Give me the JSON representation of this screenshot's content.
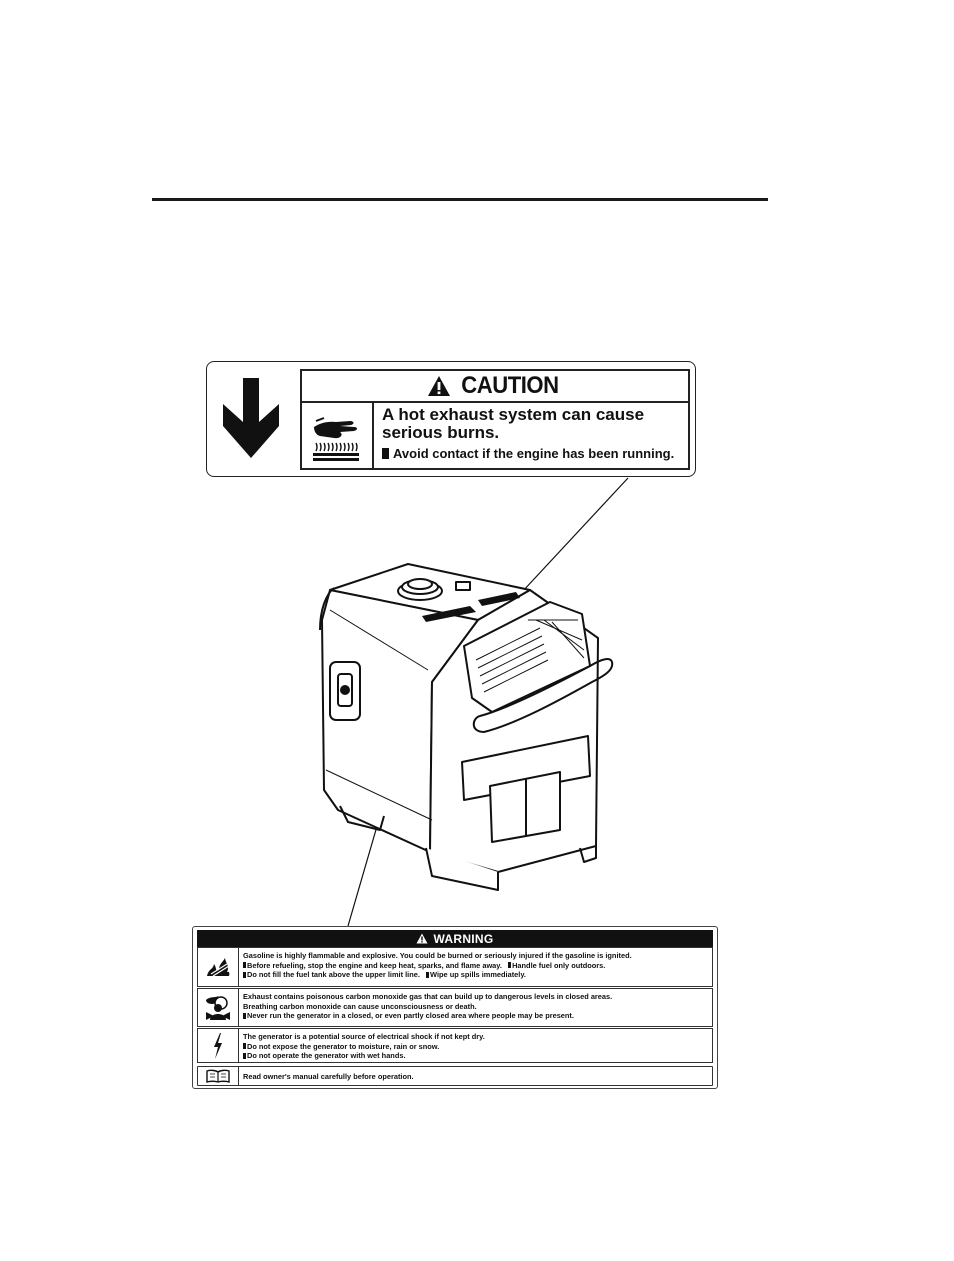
{
  "caution_label": {
    "title": "CAUTION",
    "headline_line1": "A hot exhaust system can cause",
    "headline_line2": "serious burns.",
    "instruction": "Avoid contact if the engine has been running.",
    "icons": [
      "down-arrow-icon",
      "warning-triangle-icon",
      "hot-surface-hand-icon"
    ]
  },
  "warning_label": {
    "title": "WARNING",
    "fire": {
      "icon": "flame-icon",
      "line1": "Gasoline is highly flammable and explosive. You could be burned or seriously injured if the gasoline is ignited.",
      "line2a": "Before refueling, stop the engine and keep heat, sparks, and flame away.",
      "line2b": "Handle fuel only outdoors.",
      "line3a": "Do not fill the fuel tank above the upper limit line.",
      "line3b": "Wipe up spills immediately."
    },
    "exhaust": {
      "icon": "carbon-monoxide-icon",
      "line1": "Exhaust contains poisonous carbon monoxide gas that can build up to dangerous levels in closed areas.",
      "line2": "Breathing carbon monoxide can cause unconsciousness or death.",
      "line3": "Never run the generator in a closed, or even partly closed area where people may be present."
    },
    "electrical": {
      "icon": "lightning-bolt-icon",
      "line1": "The generator is a potential source of electrical shock if not kept dry.",
      "line2": "Do not expose the generator to moisture, rain or snow.",
      "line3": "Do not operate the generator with wet hands."
    },
    "manual": {
      "icon": "open-book-icon",
      "text": "Read owner's manual carefully before operation."
    }
  }
}
